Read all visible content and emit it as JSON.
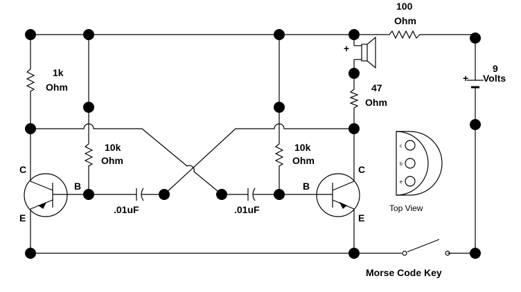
{
  "diagram": {
    "resistors": {
      "r_left": {
        "value": "1k",
        "unit": "Ohm"
      },
      "r_base_left": {
        "value": "10k",
        "unit": "Ohm"
      },
      "r_base_right": {
        "value": "10k",
        "unit": "Ohm"
      },
      "r_speaker": {
        "value": "47",
        "unit": "Ohm"
      },
      "r_supply": {
        "value": "100",
        "unit": "Ohm"
      }
    },
    "capacitors": {
      "c_left": ".01uF",
      "c_right": ".01uF"
    },
    "battery": {
      "value": "9",
      "unit": "Volts",
      "polarity": "+"
    },
    "speaker_polarity": "+",
    "transistor_pins": {
      "collector": "C",
      "base": "B",
      "emitter": "E"
    },
    "pinout": {
      "caption": "Top View",
      "pins": [
        "c",
        "b",
        "e"
      ]
    },
    "switch_label": "Morse Code Key"
  }
}
